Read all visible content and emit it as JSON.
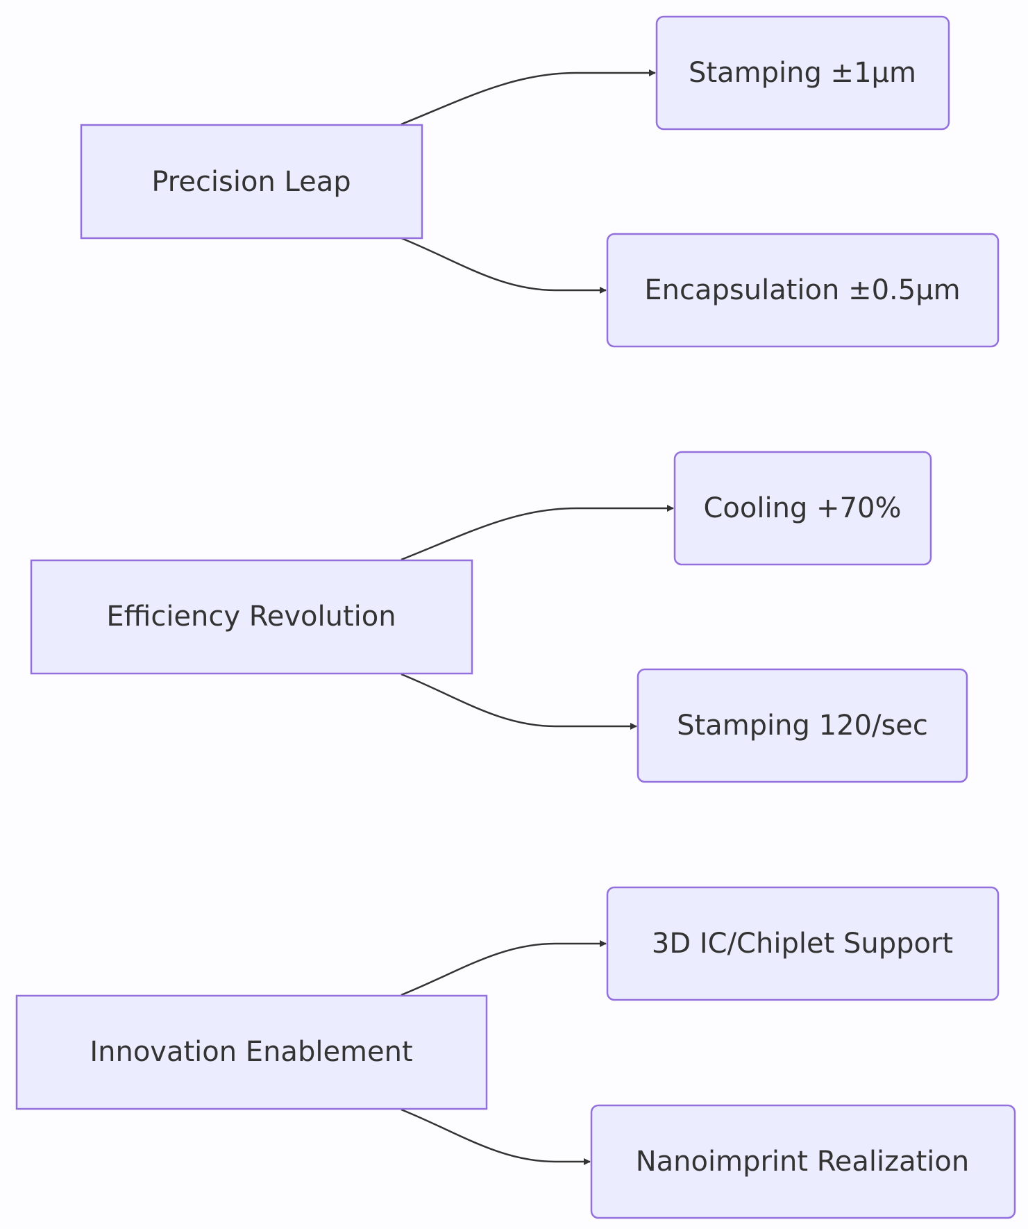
{
  "colors": {
    "background": "#fdfcfe",
    "node_fill": "#ececff",
    "node_stroke": "#9370db",
    "text": "#333333",
    "edge": "#333333"
  },
  "nodes": {
    "precision_leap": "Precision Leap",
    "stamping_precision": "Stamping ±1μm",
    "encapsulation_precision": "Encapsulation ±0.5μm",
    "efficiency_revolution": "Efficiency Revolution",
    "cooling": "Cooling +70%",
    "stamping_speed": "Stamping 120/sec",
    "innovation_enablement": "Innovation Enablement",
    "chiplet_support": "3D IC/Chiplet Support",
    "nanoimprint": "Nanoimprint Realization"
  },
  "edges": [
    {
      "from": "precision_leap",
      "to": "stamping_precision"
    },
    {
      "from": "precision_leap",
      "to": "encapsulation_precision"
    },
    {
      "from": "efficiency_revolution",
      "to": "cooling"
    },
    {
      "from": "efficiency_revolution",
      "to": "stamping_speed"
    },
    {
      "from": "innovation_enablement",
      "to": "chiplet_support"
    },
    {
      "from": "innovation_enablement",
      "to": "nanoimprint"
    }
  ]
}
